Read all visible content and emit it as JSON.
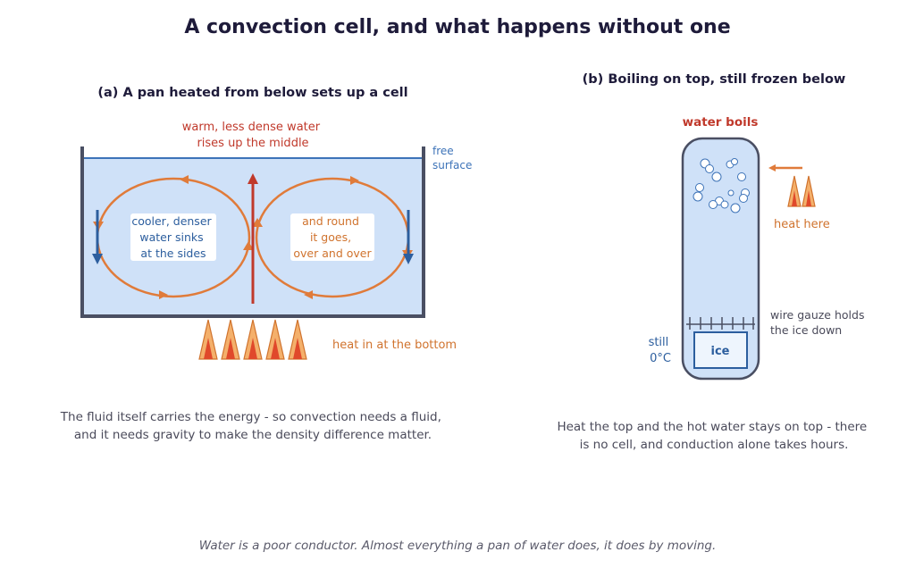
{
  "title": "A convection cell, and what happens without one",
  "colors": {
    "ink": "#1e1b3a",
    "body_text": "#4a4a5a",
    "wall": "#4a4f63",
    "water": "#cfe1f8",
    "water_line": "#3d73b8",
    "warm": "#c0392b",
    "heat": "#d0732e",
    "flow_orange": "#e07b3a",
    "cool": "#2c5e9e",
    "flame_outer": "#f4b06b",
    "flame_inner": "#e0492b"
  },
  "panel_a": {
    "heading": "(a) A pan heated from below sets up a cell",
    "warm_label": [
      "warm, less dense water",
      "rises up the middle"
    ],
    "surface_label": [
      "free",
      "surface"
    ],
    "cool_label": [
      "cooler, denser",
      "water sinks",
      "at the sides"
    ],
    "round_label": [
      "and round",
      "it goes,",
      "over and over"
    ],
    "heat_label": "heat in at the bottom",
    "caption": [
      "The fluid itself carries the energy - so convection needs a fluid,",
      "and it needs gravity to make the density difference matter."
    ]
  },
  "panel_b": {
    "heading": "(b) Boiling on top, still frozen below",
    "boils_label": "water boils",
    "heat_label": "heat here",
    "gauze_label": [
      "wire gauze holds",
      "the ice down"
    ],
    "still_label": [
      "still",
      "0°C"
    ],
    "ice_label": "ice",
    "caption": [
      "Heat the top and the hot water stays on top - there",
      "is no cell, and conduction alone takes hours."
    ]
  },
  "footer": "Water is a poor conductor. Almost everything a pan of water does, it does by moving."
}
